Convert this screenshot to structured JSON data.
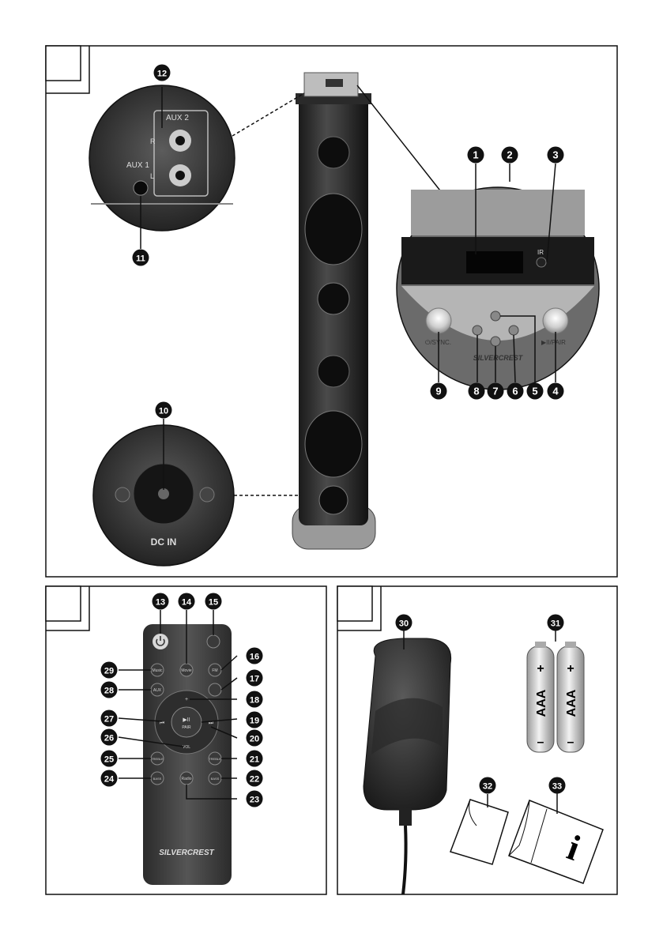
{
  "figures": {
    "fig1_label": "",
    "fig2_label": "",
    "fig3_label": ""
  },
  "callouts": [
    "1",
    "2",
    "3",
    "4",
    "5",
    "6",
    "7",
    "8",
    "9",
    "10",
    "11",
    "12",
    "13",
    "14",
    "15",
    "16",
    "17",
    "18",
    "19",
    "20",
    "21",
    "22",
    "23",
    "24",
    "25",
    "26",
    "27",
    "28",
    "29",
    "30",
    "31",
    "32",
    "33"
  ],
  "speaker": {
    "aux1": "AUX 1",
    "aux2": "AUX 2",
    "aux_r": "R",
    "aux_l": "L",
    "dc_in": "DC IN",
    "ir": "IR",
    "power_sync_button": "⏻/SYNC.",
    "play_pair_button": "▶II/PAIR",
    "brand": "SILVERCREST"
  },
  "remote": {
    "music": "Music",
    "movie": "Movie",
    "fm": "FM",
    "aux": "AUX",
    "play_pair": "▶II",
    "pair": "PAIR",
    "vol_plus": "+",
    "vol_minus": "VOL",
    "treble_plus": "TREBLE",
    "treble_minus": "TREBLE",
    "bass_plus": "BASS",
    "bass_minus": "BASS",
    "radio": "Radio",
    "brand": "SILVERCREST"
  },
  "batteries": {
    "label": "AAA",
    "plus": "+",
    "minus": "–"
  },
  "info_icon": "i"
}
